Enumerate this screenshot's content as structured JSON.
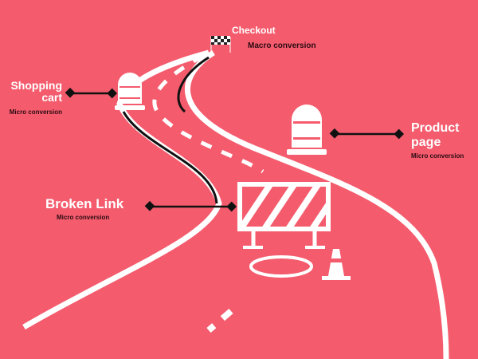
{
  "labels": {
    "checkout": {
      "title": "Checkout",
      "subtitle": "Macro conversion"
    },
    "shopping_cart": {
      "title": "Shopping cart",
      "subtitle": "Micro conversion"
    },
    "product_page": {
      "title": "Product page",
      "subtitle": "Micro conversion"
    },
    "broken_link": {
      "title": "Broken Link",
      "subtitle": "Micro conversion"
    }
  },
  "colors": {
    "background": "#f45c6e",
    "road": "#ffffff",
    "connector": "#111111"
  }
}
